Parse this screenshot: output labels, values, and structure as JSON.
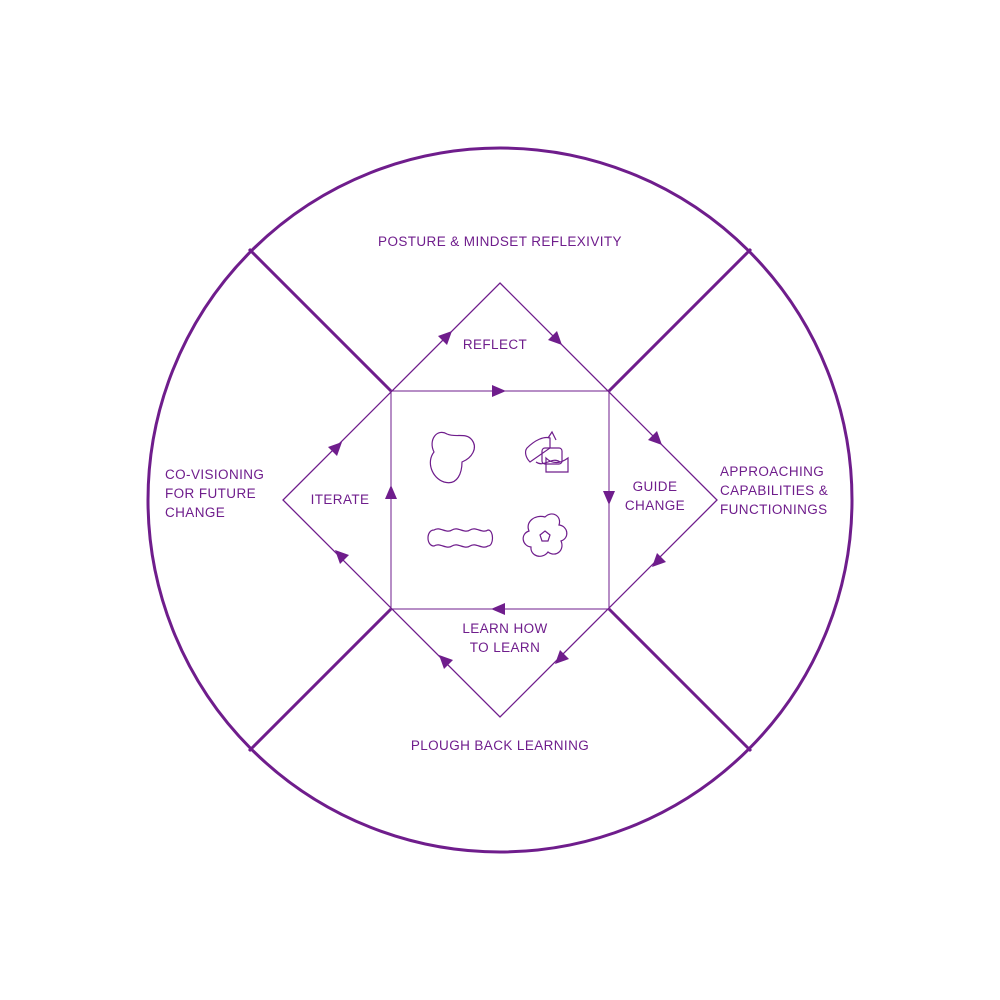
{
  "colors": {
    "accent": "#6f1d8c"
  },
  "outer_ring": {
    "top": "POSTURE & MINDSET REFLEXIVITY",
    "left": [
      "CO-VISIONING",
      "FOR FUTURE",
      "CHANGE"
    ],
    "right": [
      "APPROACHING",
      "CAPABILITIES &",
      "FUNCTIONINGS"
    ],
    "bottom": "PLOUGH BACK LEARNING"
  },
  "inner_cycle": {
    "top": "REFLECT",
    "right": [
      "GUIDE",
      "CHANGE"
    ],
    "bottom": [
      "LEARN HOW",
      "TO LEARN"
    ],
    "left": "ITERATE"
  },
  "center_icons": [
    "blob-icon",
    "stacked-shapes-icon",
    "wavy-bar-icon",
    "flower-icon"
  ]
}
